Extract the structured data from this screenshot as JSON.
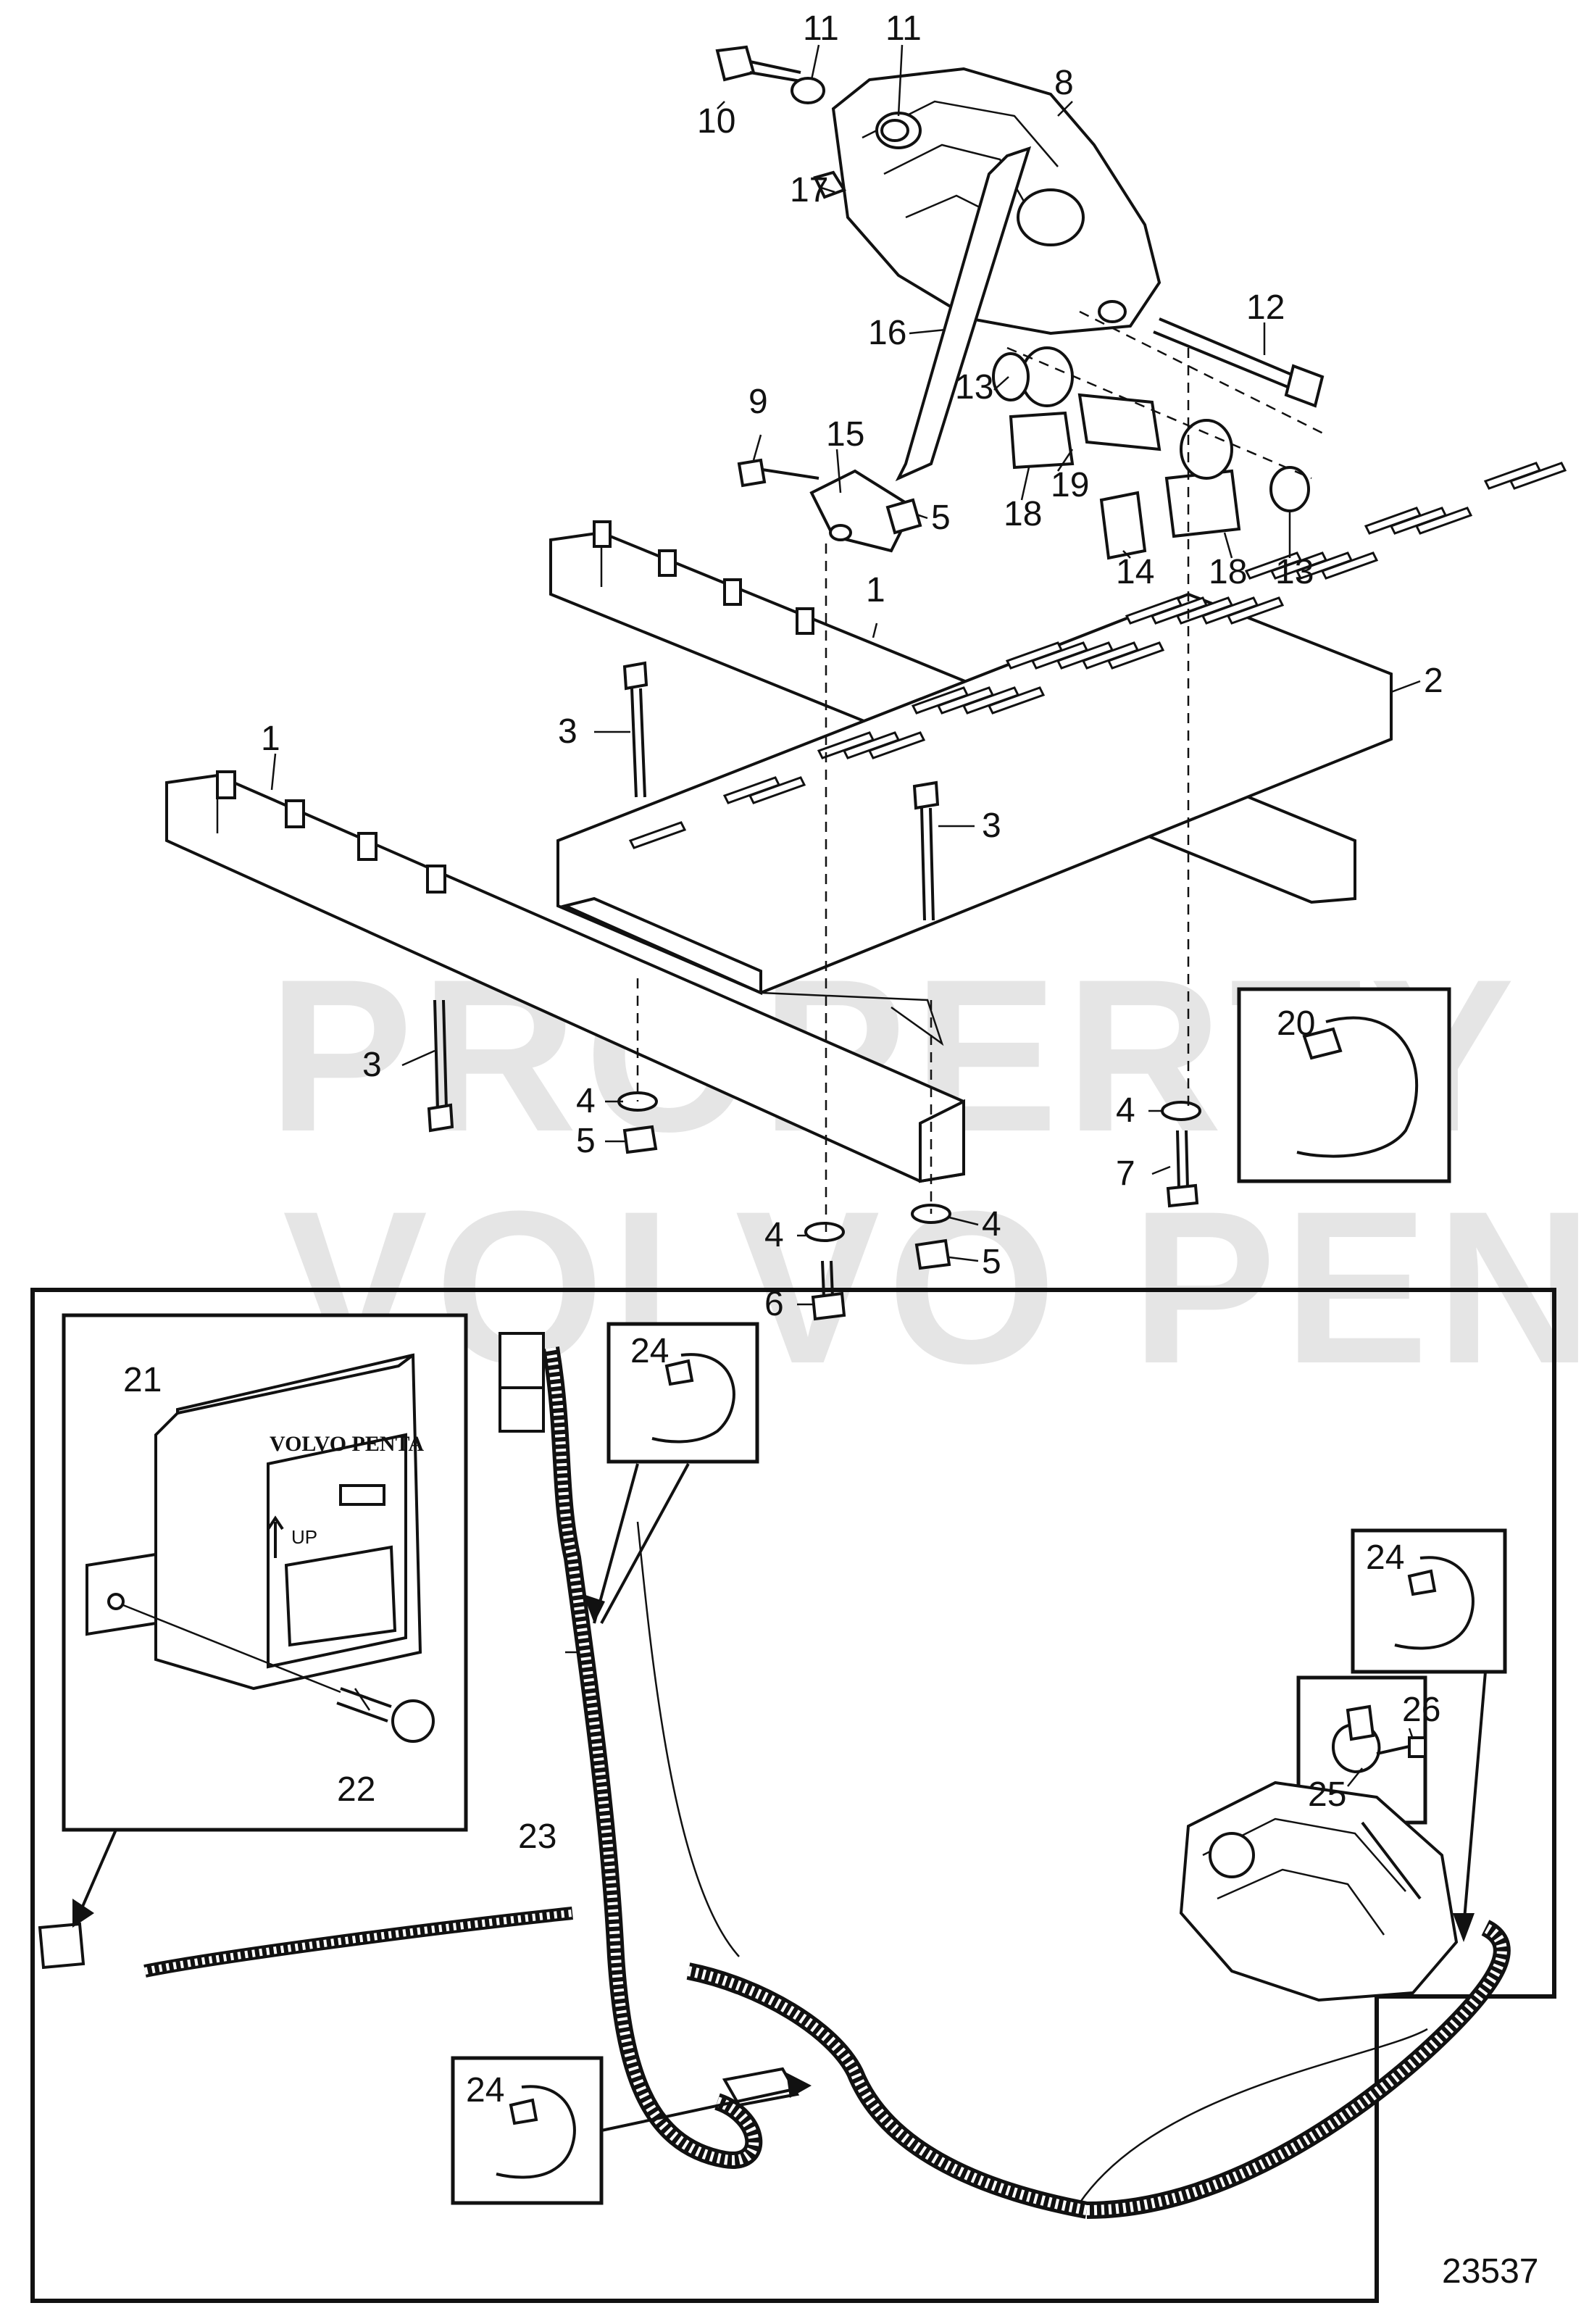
{
  "watermark": {
    "line1": "PROPERTY OF",
    "line2": "VOLVO PENTA"
  },
  "figure_number": "23537",
  "ecu_brand": "VOLVO PENTA",
  "ecu_up_label": "UP",
  "callouts": {
    "c1a": "1",
    "c1b": "1",
    "c2": "2",
    "c3a": "3",
    "c3b": "3",
    "c3c": "3",
    "c4a": "4",
    "c4b": "4",
    "c4c": "4",
    "c4d": "4",
    "c5a": "5",
    "c5b": "5",
    "c5c": "5",
    "c6": "6",
    "c7": "7",
    "c8": "8",
    "c9": "9",
    "c10": "10",
    "c11a": "11",
    "c11b": "11",
    "c12": "12",
    "c13a": "13",
    "c13b": "13",
    "c14": "14",
    "c15": "15",
    "c16": "16",
    "c17": "17",
    "c18a": "18",
    "c18b": "18",
    "c19": "19",
    "c20": "20",
    "c21": "21",
    "c22": "22",
    "c23": "23",
    "c24a": "24",
    "c24b": "24",
    "c24c": "24",
    "c25": "25",
    "c26": "26"
  }
}
